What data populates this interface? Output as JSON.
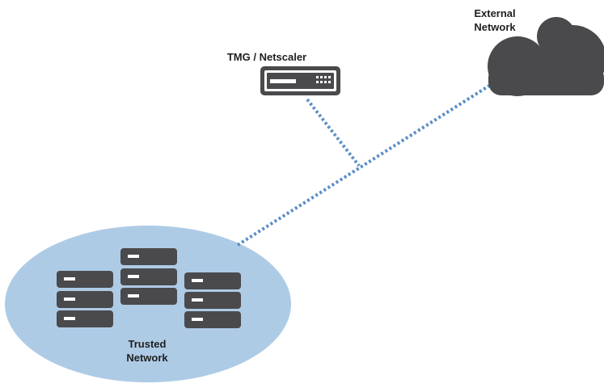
{
  "nodes": {
    "appliance": {
      "label": "TMG / Netscaler",
      "icon": "network-appliance-icon"
    },
    "external": {
      "label_line1": "External",
      "label_line2": "Network",
      "icon": "cloud-icon"
    },
    "trusted": {
      "label_line1": "Trusted",
      "label_line2": "Network",
      "icon": "server-rack-icon"
    }
  },
  "connections": [
    {
      "from": "trusted",
      "to": "external",
      "style": "dotted"
    },
    {
      "from": "appliance",
      "to": "trusted-external-link",
      "style": "dotted"
    }
  ],
  "colors": {
    "link": "#5b8fc7",
    "device": "#4a4a4d",
    "device_dark": "#3d3d40",
    "cloud": "#4a4a4d",
    "trusted_zone": "#aecbe6",
    "device_highlight": "#ffffff",
    "text": "#1f1f1f"
  }
}
